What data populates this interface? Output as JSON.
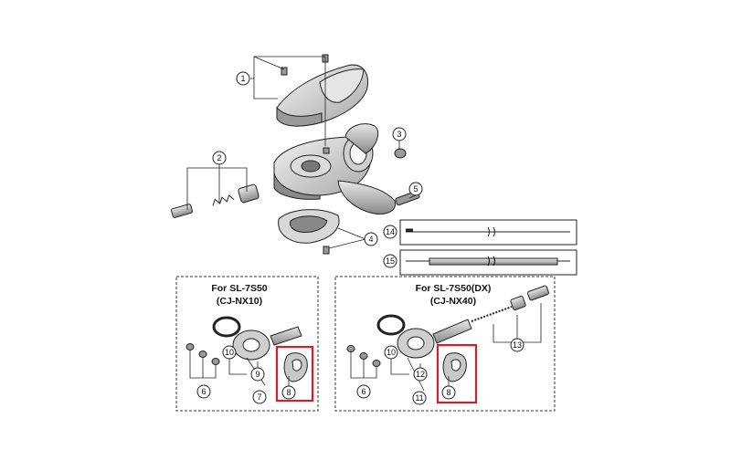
{
  "callouts": {
    "c1": "1",
    "c2": "2",
    "c3": "3",
    "c4": "4",
    "c5": "5",
    "c14": "14",
    "c15": "15",
    "left_6": "6",
    "left_10": "10",
    "left_9": "9",
    "left_7": "7",
    "left_8": "8",
    "right_6": "6",
    "right_10": "10",
    "right_12": "12",
    "right_11": "11",
    "right_8": "8",
    "right_13": "13"
  },
  "insets": {
    "left": {
      "line1": "For SL-7S50",
      "line2": "(CJ-NX10)"
    },
    "right": {
      "line1": "For SL-7S50(DX)",
      "line2": "(CJ-NX40)"
    }
  },
  "colors": {
    "line": "#222222",
    "highlight": "#d0202a",
    "fill": "#ffffff",
    "shade": "#bdbdbd",
    "dark": "#555555"
  }
}
